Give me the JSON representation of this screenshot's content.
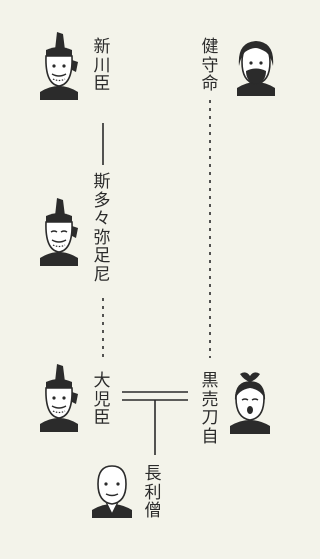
{
  "people": [
    {
      "id": "kenmori",
      "name": "健守命",
      "chars": [
        "健",
        "守",
        "命"
      ],
      "icon": "bearded-man-portrait-icon"
    },
    {
      "id": "niikawa",
      "name": "新川臣",
      "chars": [
        "新",
        "川",
        "臣"
      ],
      "icon": "courtier-portrait-icon"
    },
    {
      "id": "shitadamiyatari",
      "name": "斯多々弥足尼",
      "chars": [
        "斯",
        "多",
        "々",
        "弥",
        "足",
        "尼"
      ],
      "icon": "courtier-portrait-icon"
    },
    {
      "id": "okonomi",
      "name": "大児臣",
      "chars": [
        "大",
        "児",
        "臣"
      ],
      "icon": "courtier-portrait-icon"
    },
    {
      "id": "kurouritojiji",
      "name": "黒売刀自",
      "chars": [
        "黒",
        "売",
        "刀",
        "自"
      ],
      "icon": "woman-portrait-icon"
    },
    {
      "id": "choriso",
      "name": "長利僧",
      "chars": [
        "長",
        "利",
        "僧"
      ],
      "icon": "monk-portrait-icon"
    }
  ],
  "colors": {
    "background": "#f3f3ea",
    "ink": "#2b2b2b",
    "face": "#ffffff"
  }
}
